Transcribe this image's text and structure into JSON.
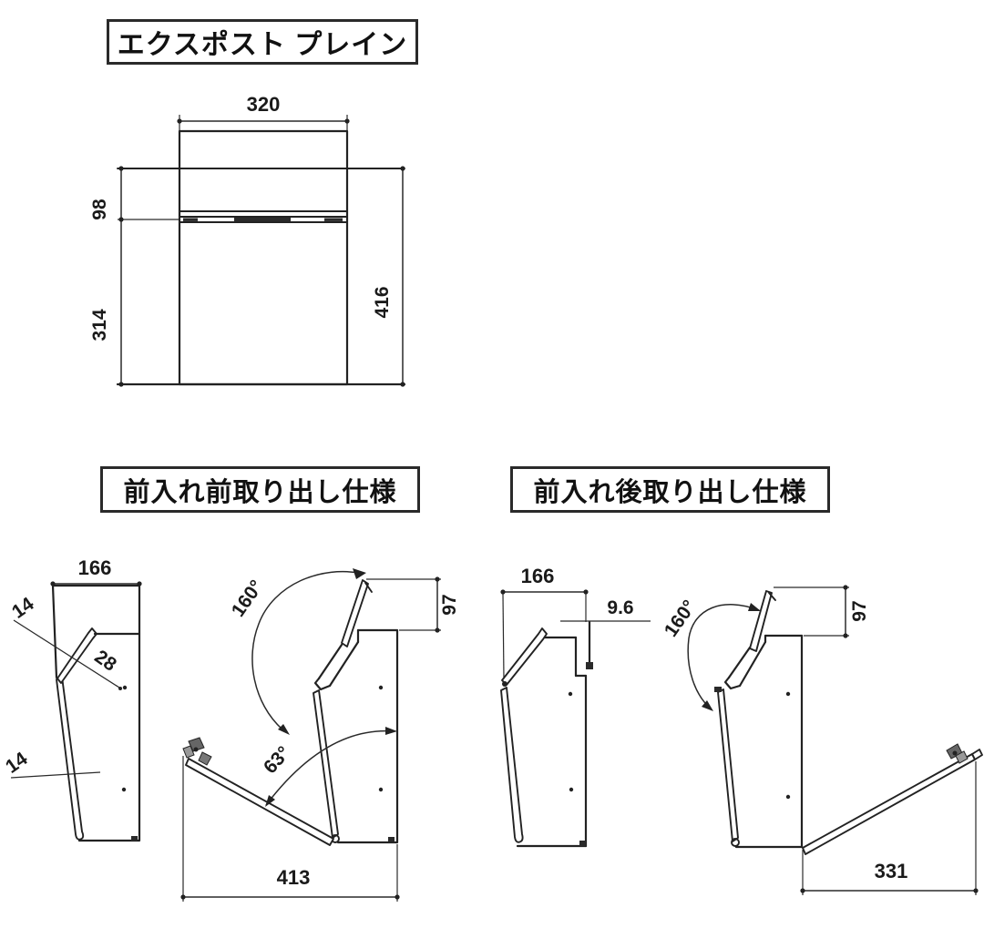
{
  "title": "エクスポスト プレイン",
  "sections": {
    "front_label": "前入れ前取り出し仕様",
    "rear_label": "前入れ後取り出し仕様"
  },
  "front_view": {
    "width": "320",
    "top_to_slot": "98",
    "slot_to_bottom": "314",
    "total_height": "416"
  },
  "closed_front": {
    "depth": "166",
    "lid_thickness": "14",
    "lid_face_width": "28",
    "flap_thickness": "14"
  },
  "open_front": {
    "lid_angle": "160°",
    "door_angle": "63°",
    "opening_height": "97",
    "open_depth": "413"
  },
  "closed_rear": {
    "depth": "166",
    "rear_door_offset": "9.6"
  },
  "open_rear": {
    "lid_angle": "160°",
    "opening_height": "97",
    "open_depth": "331"
  },
  "colors": {
    "line": "#222222",
    "text": "#1a1a1a",
    "background": "#ffffff"
  }
}
